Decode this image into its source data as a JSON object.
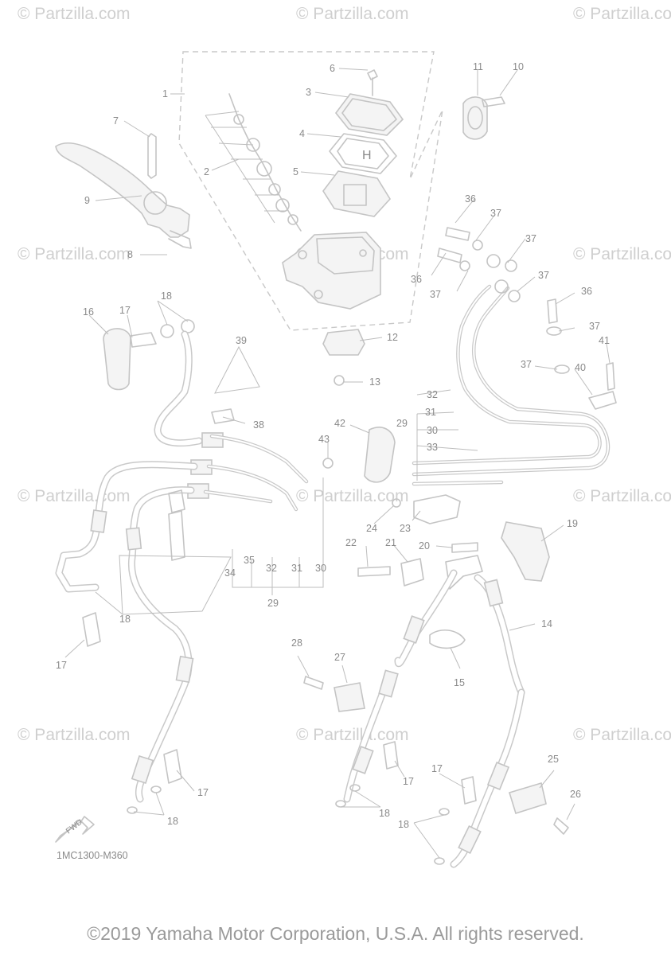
{
  "watermark_text": "© Partzilla.com",
  "diagram_code": "1MC1300-M360",
  "copyright": "©2019 Yamaha Motor Corporation, U.S.A. All rights reserved.",
  "callouts": [
    "1",
    "2",
    "3",
    "4",
    "5",
    "6",
    "7",
    "8",
    "9",
    "10",
    "11",
    "12",
    "13",
    "14",
    "15",
    "16",
    "17",
    "18",
    "19",
    "20",
    "21",
    "22",
    "23",
    "24",
    "25",
    "26",
    "27",
    "28",
    "29",
    "30",
    "31",
    "32",
    "33",
    "34",
    "35",
    "36",
    "37",
    "38",
    "39",
    "40",
    "41",
    "42",
    "43"
  ]
}
